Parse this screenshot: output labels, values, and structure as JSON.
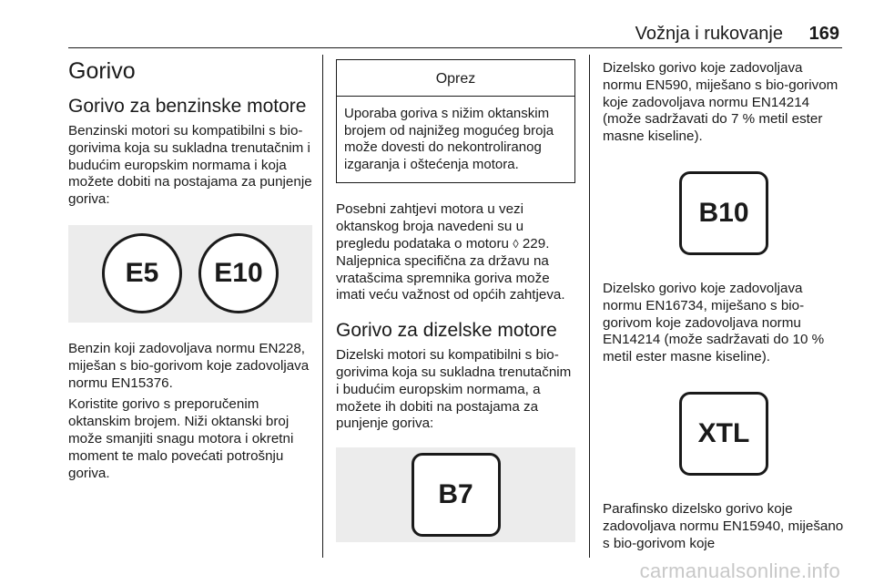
{
  "header": {
    "title": "Vožnja i rukovanje",
    "page_number": "169"
  },
  "col1": {
    "heading": "Gorivo",
    "subheading": "Gorivo za benzinske motore",
    "intro": "Benzinski motori su kompatibilni s bio-gorivima koja su sukladna trenutačnim i budućim europskim normama i koja možete dobiti na postajama za punjenje goriva:",
    "symbols": [
      "E5",
      "E10"
    ],
    "para1": "Benzin koji zadovoljava normu EN228, miješan s bio-gorivom koje zadovoljava normu EN15376.",
    "para2": "Koristite gorivo s preporučenim oktanskim brojem. Niži oktanski broj može smanjiti snagu motora i okretni moment te malo povećati potrošnju goriva."
  },
  "col2": {
    "caution_title": "Oprez",
    "caution_text": "Uporaba goriva s nižim oktanskim brojem od najnižeg mogućeg broja može dovesti do nekontroliranog izgaranja i oštećenja motora.",
    "para1_before": "Posebni zahtjevi motora u vezi oktanskog broja navedeni su u pregledu podataka o motoru ",
    "para1_ref_symbol": "◊",
    "para1_after": " 229. Naljepnica specifična za državu na vratašcima spremnika goriva može imati veću važnost od općih zahtjeva.",
    "subheading": "Gorivo za dizelske motore",
    "intro": "Dizelski motori su kompatibilni s bio-gorivima koja su sukladna trenutačnim i budućim europskim normama, a možete ih dobiti na postajama za punjenje goriva:",
    "symbol": "B7"
  },
  "col3": {
    "para1": "Dizelsko gorivo koje zadovoljava normu EN590, miješano s bio-gorivom koje zadovoljava normu EN14214 (može sadržavati do 7 % metil ester masne kiseline).",
    "symbol1": "B10",
    "para2": "Dizelsko gorivo koje zadovoljava normu EN16734, miješano s bio-gorivom koje zadovoljava normu EN14214 (može sadržavati do 10 % metil ester masne kiseline).",
    "symbol2": "XTL",
    "para3": "Parafinsko dizelsko gorivo koje zadovoljava normu EN15940, miješano s bio-gorivom koje"
  },
  "watermark": "carmanualsonline.info"
}
